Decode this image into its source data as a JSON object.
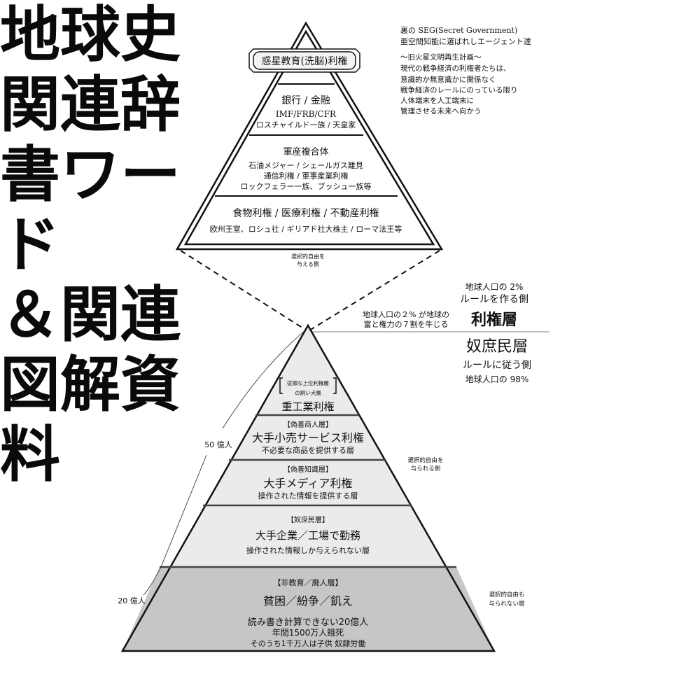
{
  "top_pyramid": {
    "apex_label": "惑星教育(洗脳)利権",
    "tiers": [
      {
        "title": "銀行 / 金融",
        "lines": [
          "IMF/FRB/CFR",
          "ロスチャイルド一族 / 天皇家"
        ]
      },
      {
        "title": "軍産複合体",
        "lines": [
          "石油メジャー / シェールガス離見",
          "通信利権 / 軍事産業利権",
          "ロックフェラー一族、ブッシュ一族等"
        ]
      },
      {
        "title": "食物利権 / 医療利権 / 不動産利権",
        "lines": [
          "欧州王室、ロシュ社 / ギリアド社大株主 / ローマ法王等"
        ]
      }
    ],
    "caption": [
      "選択的自由を",
      "与える側"
    ]
  },
  "notes": {
    "seg": [
      "裏の SEG(Secret Government)",
      "亜空間知能に選ばれしエージェント達"
    ],
    "plan": [
      "〜旧火星文明再生計画〜",
      "現代の戦争経済の利権者たちは、",
      "意識的か無意識かに関係なく",
      "戦争経済のレールにのっている限り",
      "人体端末を人工端末に",
      "管理させる未来へ向かう"
    ]
  },
  "divider": {
    "upper": {
      "population": "地球人口の 2%",
      "role": "ルールを作る側",
      "name": "利権層"
    },
    "left_note": [
      "地球人口の２% が地球の",
      "富と権力の７割を牛じる"
    ],
    "lower": {
      "name": "奴庶民層",
      "role": "ルールに従う側",
      "population": "地球人口の 98%"
    }
  },
  "bottom_pyramid": {
    "tiers": [
      {
        "tag": [
          "従順な上位利権層",
          "の飼い犬層"
        ],
        "title": "重工業利権"
      },
      {
        "tag": "【偽善商人層】",
        "title": "大手小売サービス利権",
        "sub": "不必要な商品を提供する層"
      },
      {
        "tag": "【偽善知識層】",
        "title": "大手メディア利権",
        "sub": "操作された情報を提供する層"
      },
      {
        "tag": "【奴庶民層】",
        "title": "大手企業／工場で勤務",
        "sub": "操作された情報しか与えられない層"
      },
      {
        "tag": "【非教育／廃人層】",
        "title": "貧困／紛争／飢え",
        "lines": [
          "読み書き計算できない20億人",
          "年間1500万人餓死",
          "そのうち1千万人は子供 奴隷労働"
        ]
      }
    ],
    "population_labels": [
      "50 億人",
      "20 億人"
    ],
    "side_captions": {
      "given": [
        "選択的自由を",
        "与られる側"
      ],
      "not_given": [
        "選択的自由も",
        "与られない層"
      ]
    }
  },
  "overlay_title": {
    "line1": "地球史関連辞書ワード",
    "line2": "＆関連図解資料"
  },
  "colors": {
    "band_light": "#ebebeb",
    "band_dark": "#c6c6c6",
    "ink": "#111111"
  }
}
